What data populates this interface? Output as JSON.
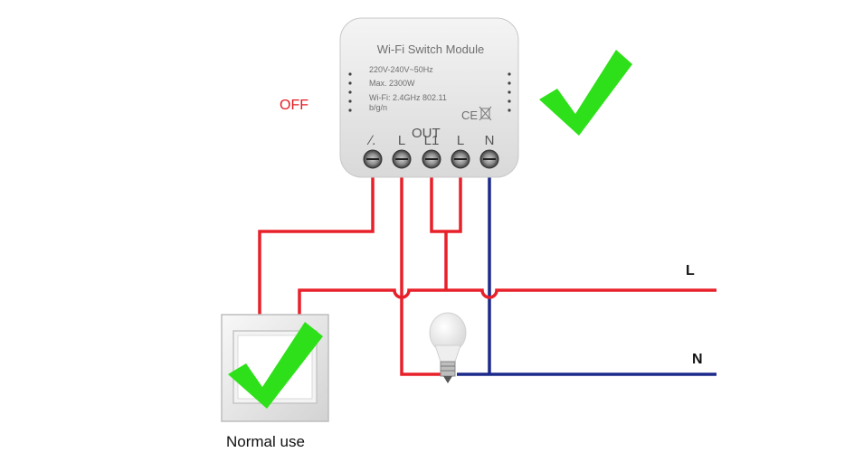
{
  "module": {
    "title": "Wi-Fi Switch Module",
    "spec_voltage": "220V-240V~50Hz",
    "spec_max": "Max. 2300W",
    "spec_wifi": "Wi-Fi: 2.4GHz 802.11",
    "spec_wifi_2": "b/g/n",
    "cert": "CE",
    "terminals": [
      "∕.",
      "L",
      "L1",
      "L",
      "N"
    ],
    "terminal_sub": "OUT"
  },
  "labels": {
    "state": "OFF",
    "line_l": "L",
    "line_n": "N",
    "caption": "Normal use"
  },
  "colors": {
    "live_wire": "#e8202a",
    "neutral_wire": "#1c2a8a",
    "check": "#2ee01a",
    "off_text": "#e21b23"
  },
  "icons": [
    "check-icon",
    "bulb-icon",
    "wall-switch-icon",
    "weee-bin-icon"
  ]
}
